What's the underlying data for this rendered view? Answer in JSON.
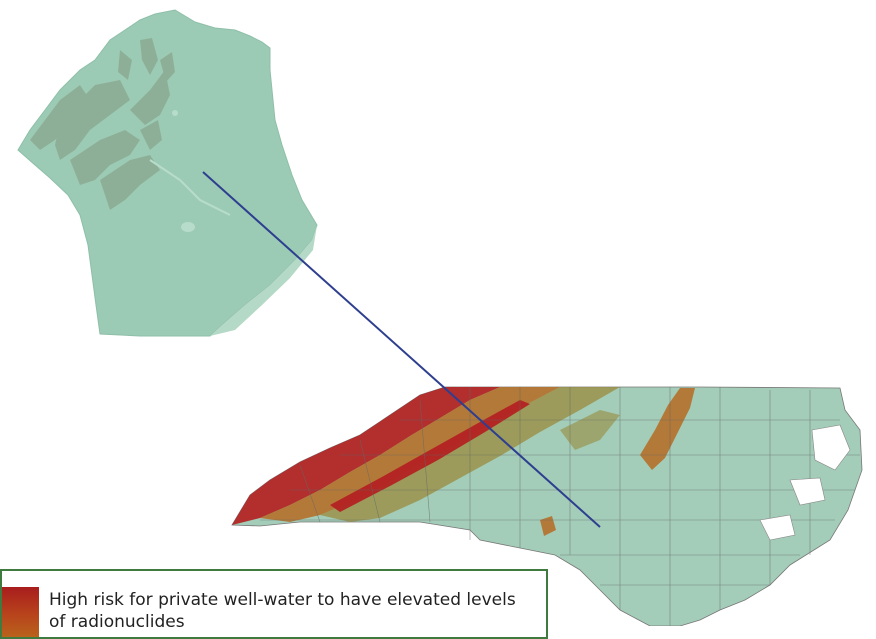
{
  "legend": {
    "text": "High risk for private well-water to have elevated levels of radionuclides",
    "swatch_colors": [
      "#a81d1d",
      "#b8431c",
      "#b8701c"
    ]
  },
  "colors": {
    "base_land": "#9ccbb5",
    "county_fill": "#a3cdb8",
    "county_dark_zone": "#8cab92",
    "county_lines": "#666666",
    "high_risk_red": "#b32222",
    "risk_brown": "#b5702a",
    "risk_olive": "#9a8a3c",
    "connector_line": "#2e3f8f",
    "legend_border": "#3f7a3f"
  },
  "map": {
    "inset_region": "county-inset",
    "main_region": "north-carolina-state"
  }
}
